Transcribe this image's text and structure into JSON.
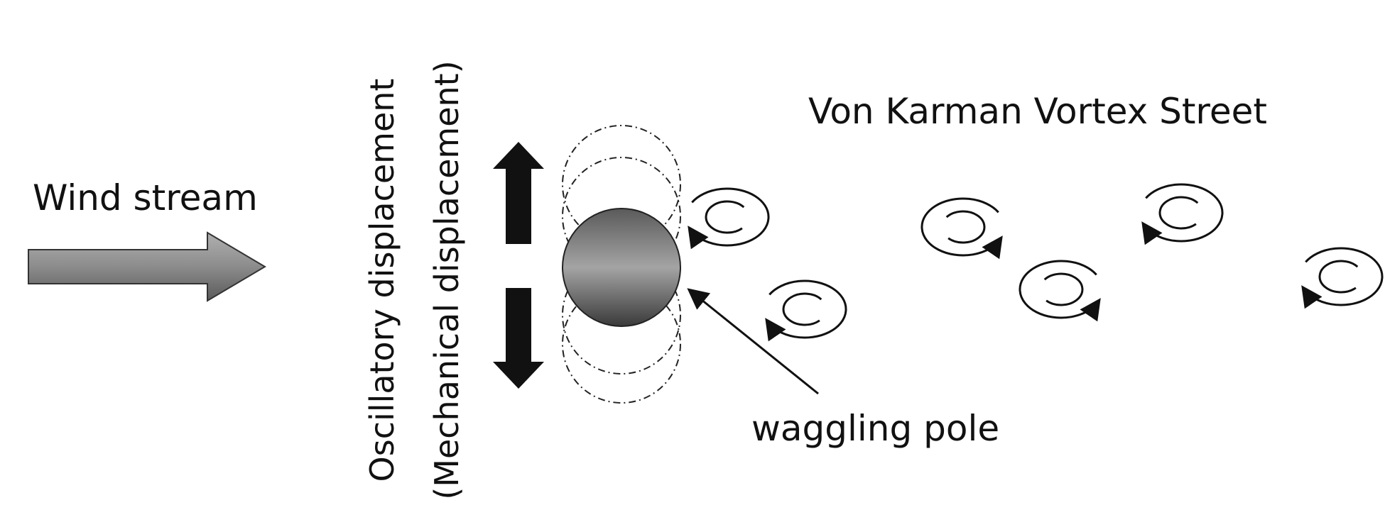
{
  "labels": {
    "wind_stream": "Wind stream",
    "oscillatory": "Oscillatory displacement",
    "mechanical": "(Mechanical displacement)",
    "vortex_street": "Von Karman Vortex Street",
    "waggling_pole": "waggling pole"
  },
  "colors": {
    "line": "#111111",
    "arrow_fill_light": "#9a9a9a",
    "arrow_fill_dark": "#5a5a5a",
    "pole_light": "#9c9c9c",
    "pole_dark": "#3a3a3a",
    "dark_arrow": "#111111"
  },
  "vortices": [
    {
      "name": "vortex-1",
      "direction": "clockwise"
    },
    {
      "name": "vortex-2",
      "direction": "clockwise"
    },
    {
      "name": "vortex-3",
      "direction": "counterclockwise"
    },
    {
      "name": "vortex-4",
      "direction": "counterclockwise"
    },
    {
      "name": "vortex-5",
      "direction": "clockwise"
    },
    {
      "name": "vortex-6",
      "direction": "clockwise"
    }
  ]
}
